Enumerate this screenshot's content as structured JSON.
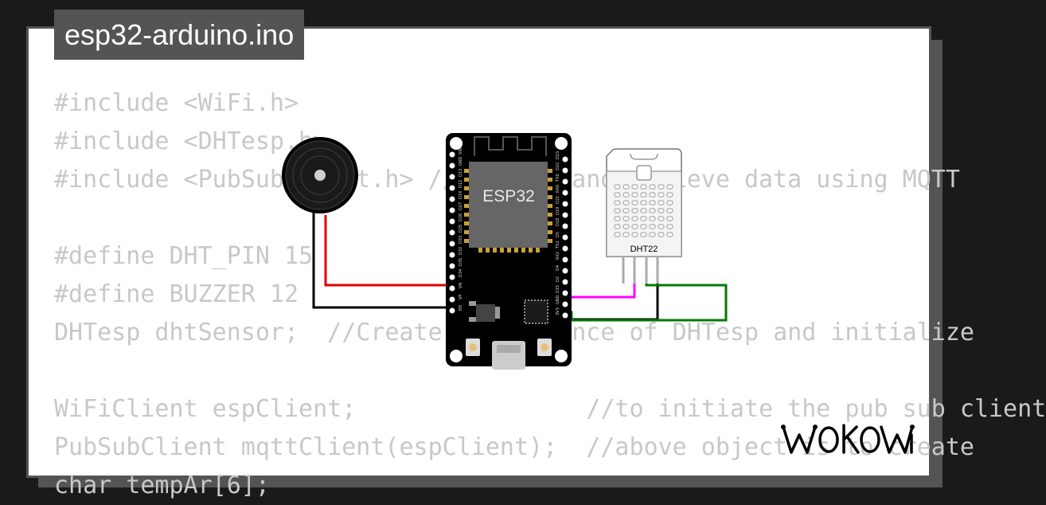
{
  "project": {
    "filename": "esp32-arduino.ino"
  },
  "code_lines": [
    "#include <WiFi.h>",
    "#include <DHTesp.h>",
    "#include <PubSubClient.h> //to send and recieve data using MQTT",
    "",
    "#define DHT_PIN 15",
    "#define BUZZER 12",
    "DHTesp dhtSensor;  //Create an instance of DHTesp and initialize",
    "",
    "WiFiClient espClient;                //to initiate the pub sub client",
    "PubSubClient mqttClient(espClient);  //above object is to create",
    "char tempAr[6];"
  ],
  "components": {
    "esp32": {
      "label": "ESP32",
      "left_pins": [
        "EN",
        "VP",
        "VN",
        "D34",
        "D35",
        "D32",
        "D33",
        "D25",
        "D26",
        "D27",
        "D14",
        "D12",
        "D13",
        "GND",
        "VIN"
      ],
      "right_pins": [
        "D23",
        "D22",
        "TX0",
        "RX0",
        "D21",
        "D19",
        "D18",
        "D5",
        "TX2",
        "RX2",
        "D4",
        "D2",
        "D15",
        "GND",
        "3V3"
      ]
    },
    "dht22": {
      "label": "DHT22"
    },
    "buzzer": {
      "label": ""
    }
  },
  "wire_colors": {
    "red": "#e00000",
    "black": "#000000",
    "magenta": "#ff00ff",
    "green": "#007a00"
  },
  "brand": {
    "name": "WOKWI",
    "logo_color": "#000000"
  }
}
